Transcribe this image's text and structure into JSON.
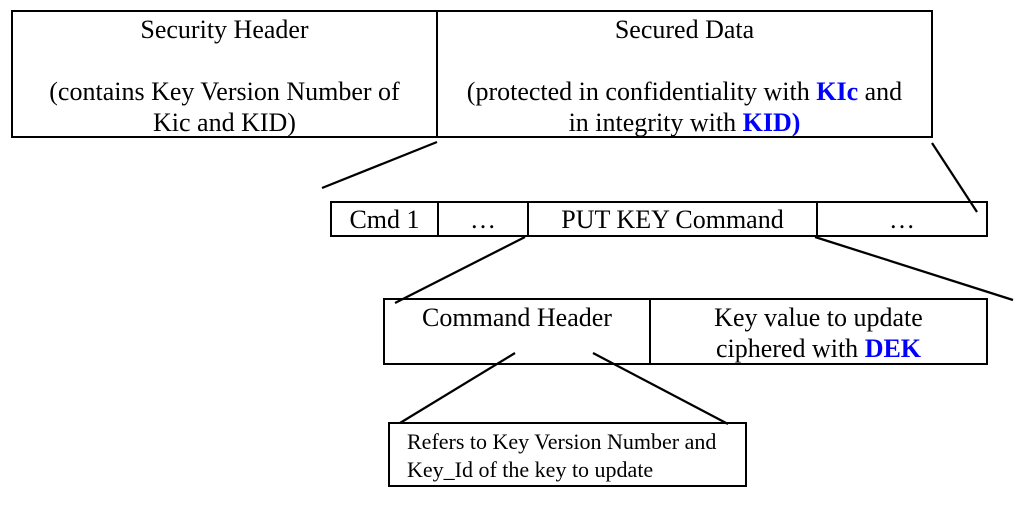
{
  "colors": {
    "background": "#ffffff",
    "text": "#000000",
    "keyword_blue": "#0000ff",
    "border": "#000000"
  },
  "security_header_box": {
    "title": "Security Header",
    "line1": "(contains Key Version Number of",
    "line2": "Kic and KID)"
  },
  "secured_data_box": {
    "title": "Secured Data",
    "line1_pre": "(protected in confidentiality with ",
    "kic": "KIc",
    "line1_post": " and",
    "line2_pre": "in integrity with ",
    "kid": "KID)"
  },
  "command_row": {
    "cmd1": "Cmd 1",
    "ellipsis_left": "…",
    "put_key": "PUT KEY Command",
    "ellipsis_right": "…"
  },
  "detail_row": {
    "command_header": "Command Header",
    "key_value_line1": "Key value to update",
    "key_value_line2_pre": "ciphered with ",
    "dek": "DEK"
  },
  "note_box": {
    "line1": "Refers to Key Version Number and",
    "line2": "Key_Id of the key to update"
  }
}
